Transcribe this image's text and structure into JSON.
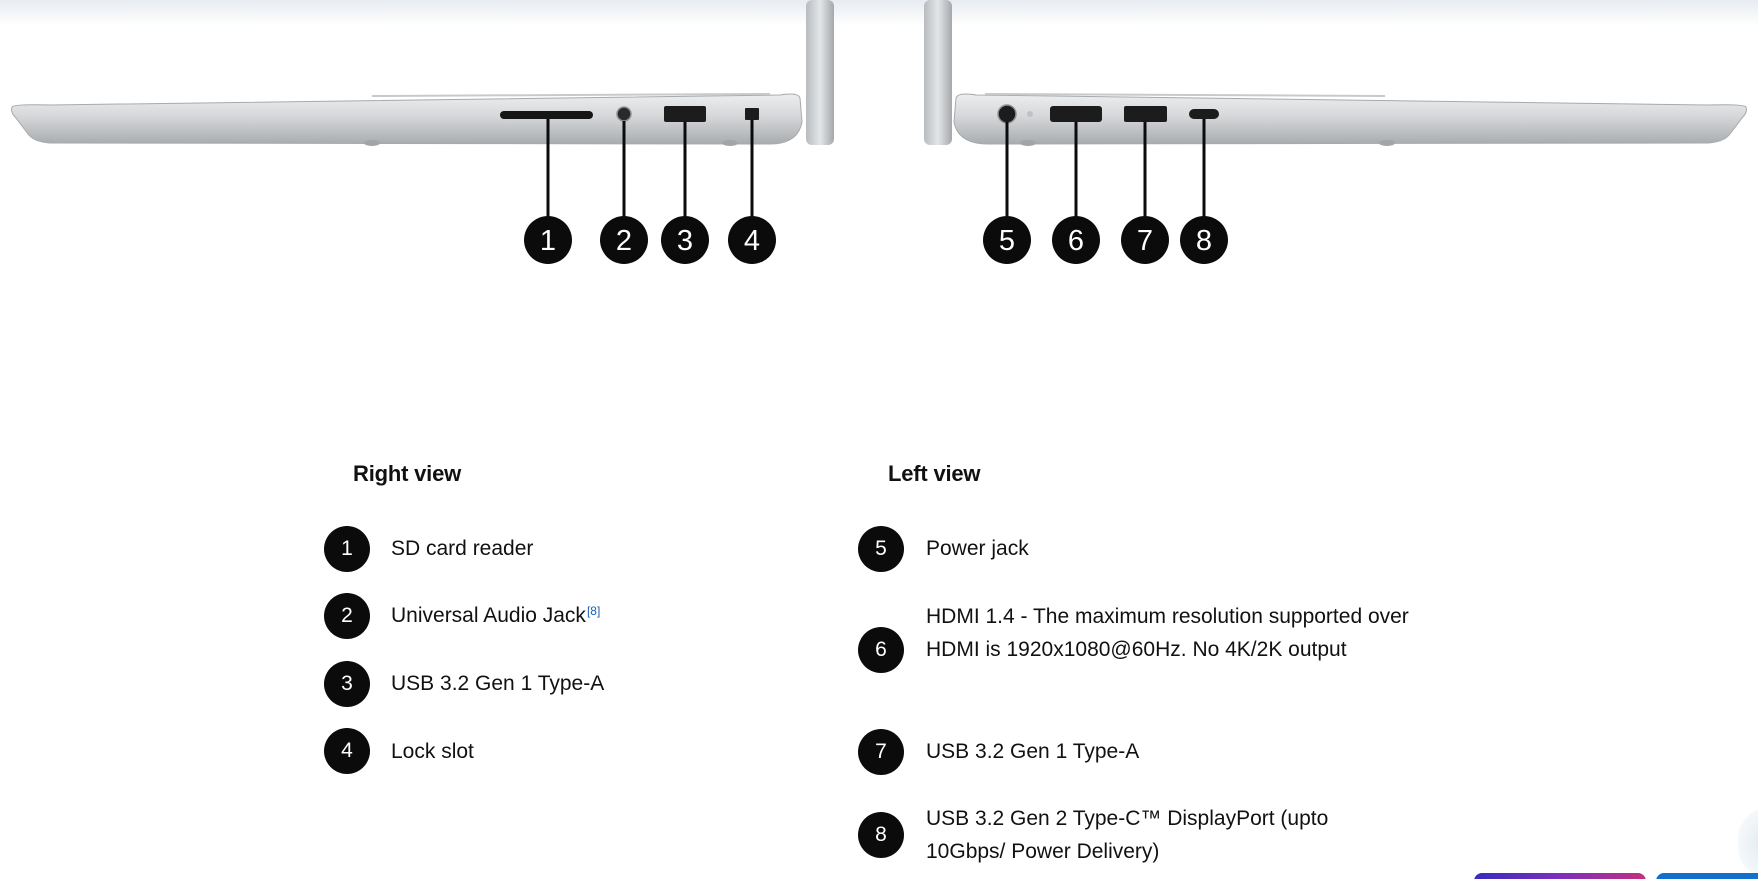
{
  "ports": [
    {
      "number": "1",
      "label": "SD card reader"
    },
    {
      "number": "2",
      "label": "Universal Audio Jack",
      "footnote": "[8]"
    },
    {
      "number": "3",
      "label": "USB 3.2 Gen 1 Type-A"
    },
    {
      "number": "4",
      "label": "Lock slot"
    },
    {
      "number": "5",
      "label": "Power jack"
    },
    {
      "number": "6",
      "label": "HDMI 1.4 - The maximum resolution supported over HDMI is 1920x1080@60Hz. No 4K/2K output"
    },
    {
      "number": "7",
      "label": "USB 3.2 Gen 1 Type-A"
    },
    {
      "number": "8",
      "label": "USB 3.2 Gen 2 Type-C™ DisplayPort (upto 10Gbps/ Power Delivery)"
    }
  ],
  "right_view": {
    "title": "Right view"
  },
  "left_view": {
    "title": "Left view"
  },
  "colors": {
    "badge": "#0b0b0b",
    "chassis": "#d3d5d7",
    "footnote_link": "#1a5fb4"
  }
}
